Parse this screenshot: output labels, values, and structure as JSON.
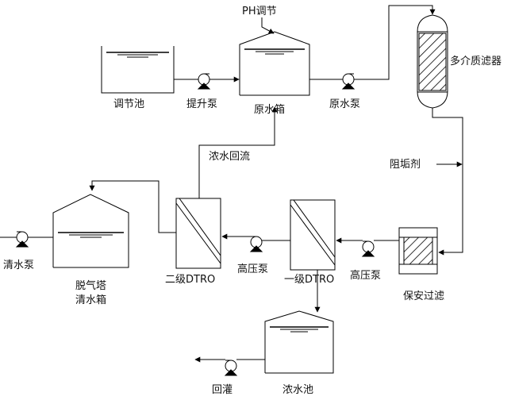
{
  "labels": {
    "ph_adjust": "PH调节",
    "regulating_tank": "调节池",
    "lift_pump": "提升泵",
    "raw_water_tank": "原水箱",
    "raw_water_pump": "原水泵",
    "multimedia_filter": "多介质滤器",
    "concentrate_return": "浓水回流",
    "scale_inhibitor": "阻垢剂",
    "clear_water_pump": "清水泵",
    "degassing_tower": "脱气塔",
    "clear_water_tank": "清水箱",
    "second_stage_dtro": "二级DTRO",
    "high_pressure_pump_2": "高压泵",
    "first_stage_dtro": "一级DTRO",
    "high_pressure_pump_1": "高压泵",
    "security_filter": "保安过滤",
    "recirculation": "回灌",
    "concentrate_tank": "浓水池"
  },
  "colors": {
    "line": "#000000",
    "background": "#ffffff"
  }
}
